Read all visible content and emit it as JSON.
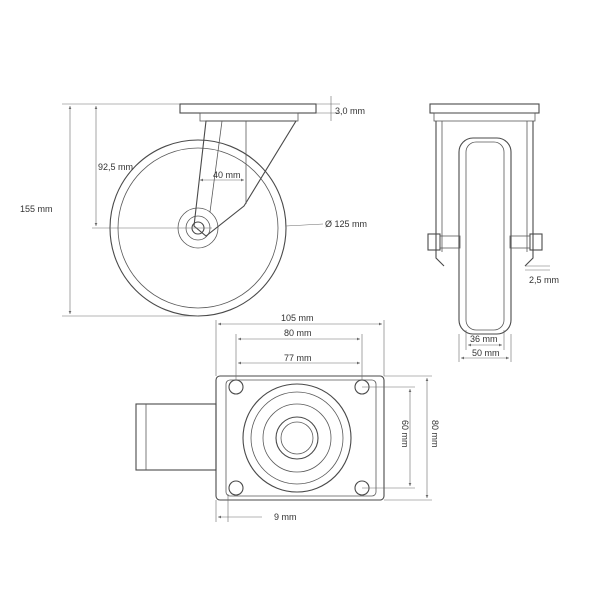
{
  "drawing": {
    "dimensions": {
      "plate_thickness": "3,0 mm",
      "axle_height": "92,5 mm",
      "offset": "40 mm",
      "total_height": "155 mm",
      "wheel_diameter": "Ø 125 mm",
      "side_offset": "2,5 mm",
      "tread_width": "36 mm",
      "wheel_width": "50 mm",
      "plate_width": "105 mm",
      "hole_spacing_outer": "80 mm",
      "hole_spacing_inner": "77 mm",
      "hole_spacing_vertical": "60 mm",
      "plate_height": "80 mm",
      "hole_margin": "9 mm"
    }
  }
}
